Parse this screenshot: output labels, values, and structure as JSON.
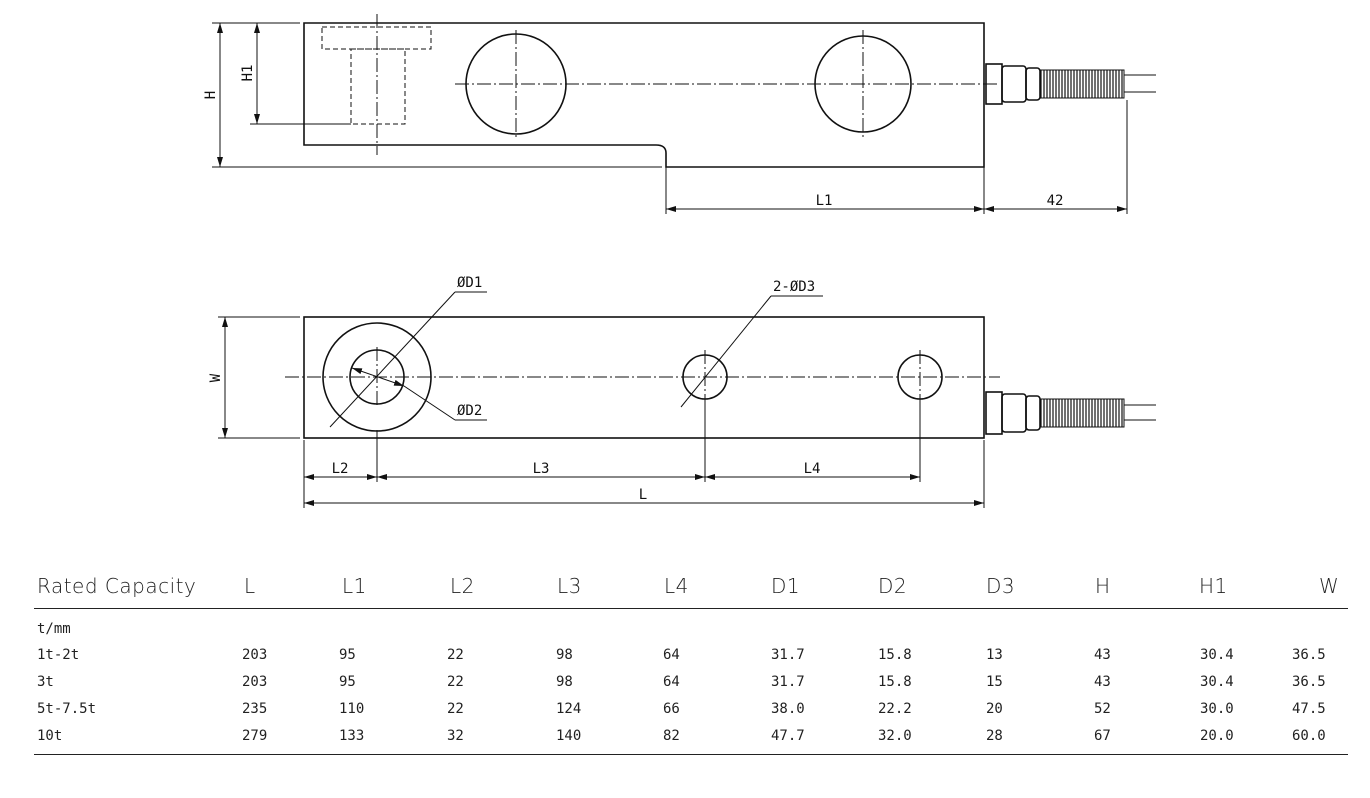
{
  "drawing_labels": {
    "side_view": {
      "h": "H",
      "h1": "H1",
      "l1": "L1",
      "cable_len": "42"
    },
    "top_view": {
      "d1": "ØD1",
      "d2": "ØD2",
      "d3": "2-ØD3",
      "w": "W",
      "l2": "L2",
      "l3": "L3",
      "l4": "L4",
      "l": "L"
    }
  },
  "table": {
    "headers": [
      "Rated Capacity",
      "L",
      "L1",
      "L2",
      "L3",
      "L4",
      "D1",
      "D2",
      "D3",
      "H",
      "H1",
      "W"
    ],
    "unit": "t/mm",
    "rows": [
      [
        "1t-2t",
        "203",
        "95",
        "22",
        "98",
        "64",
        "31.7",
        "15.8",
        "13",
        "43",
        "30.4",
        "36.5"
      ],
      [
        "3t",
        "203",
        "95",
        "22",
        "98",
        "64",
        "31.7",
        "15.8",
        "15",
        "43",
        "30.4",
        "36.5"
      ],
      [
        "5t-7.5t",
        "235",
        "110",
        "22",
        "124",
        "66",
        "38.0",
        "22.2",
        "20",
        "52",
        "30.0",
        "47.5"
      ],
      [
        "10t",
        "279",
        "133",
        "32",
        "140",
        "82",
        "47.7",
        "32.0",
        "28",
        "67",
        "20.0",
        "60.0"
      ]
    ]
  }
}
